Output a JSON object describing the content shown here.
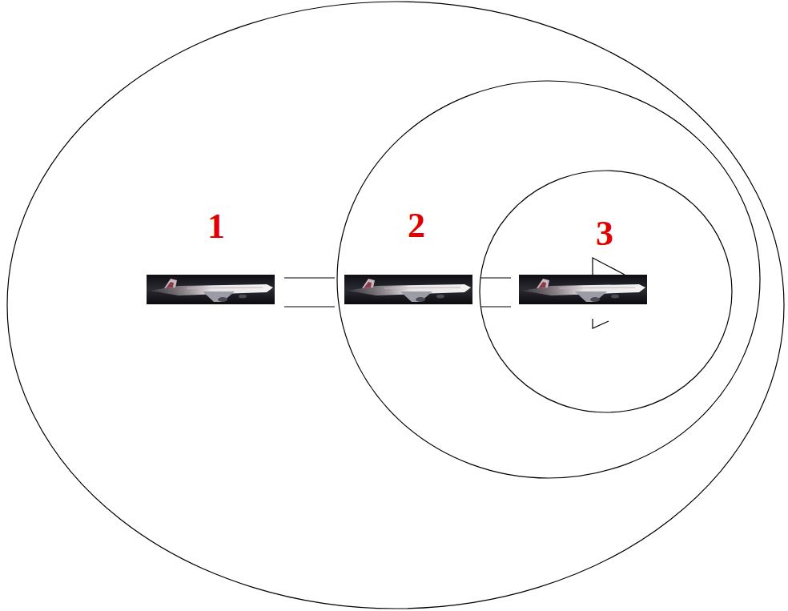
{
  "diagram": {
    "nodes": [
      {
        "text": [
          "1"
        ]
      },
      {
        "text": [
          "2"
        ],
        "in": 0
      },
      {
        "text": [
          "3"
        ],
        "in": 1
      }
    ]
  }
}
